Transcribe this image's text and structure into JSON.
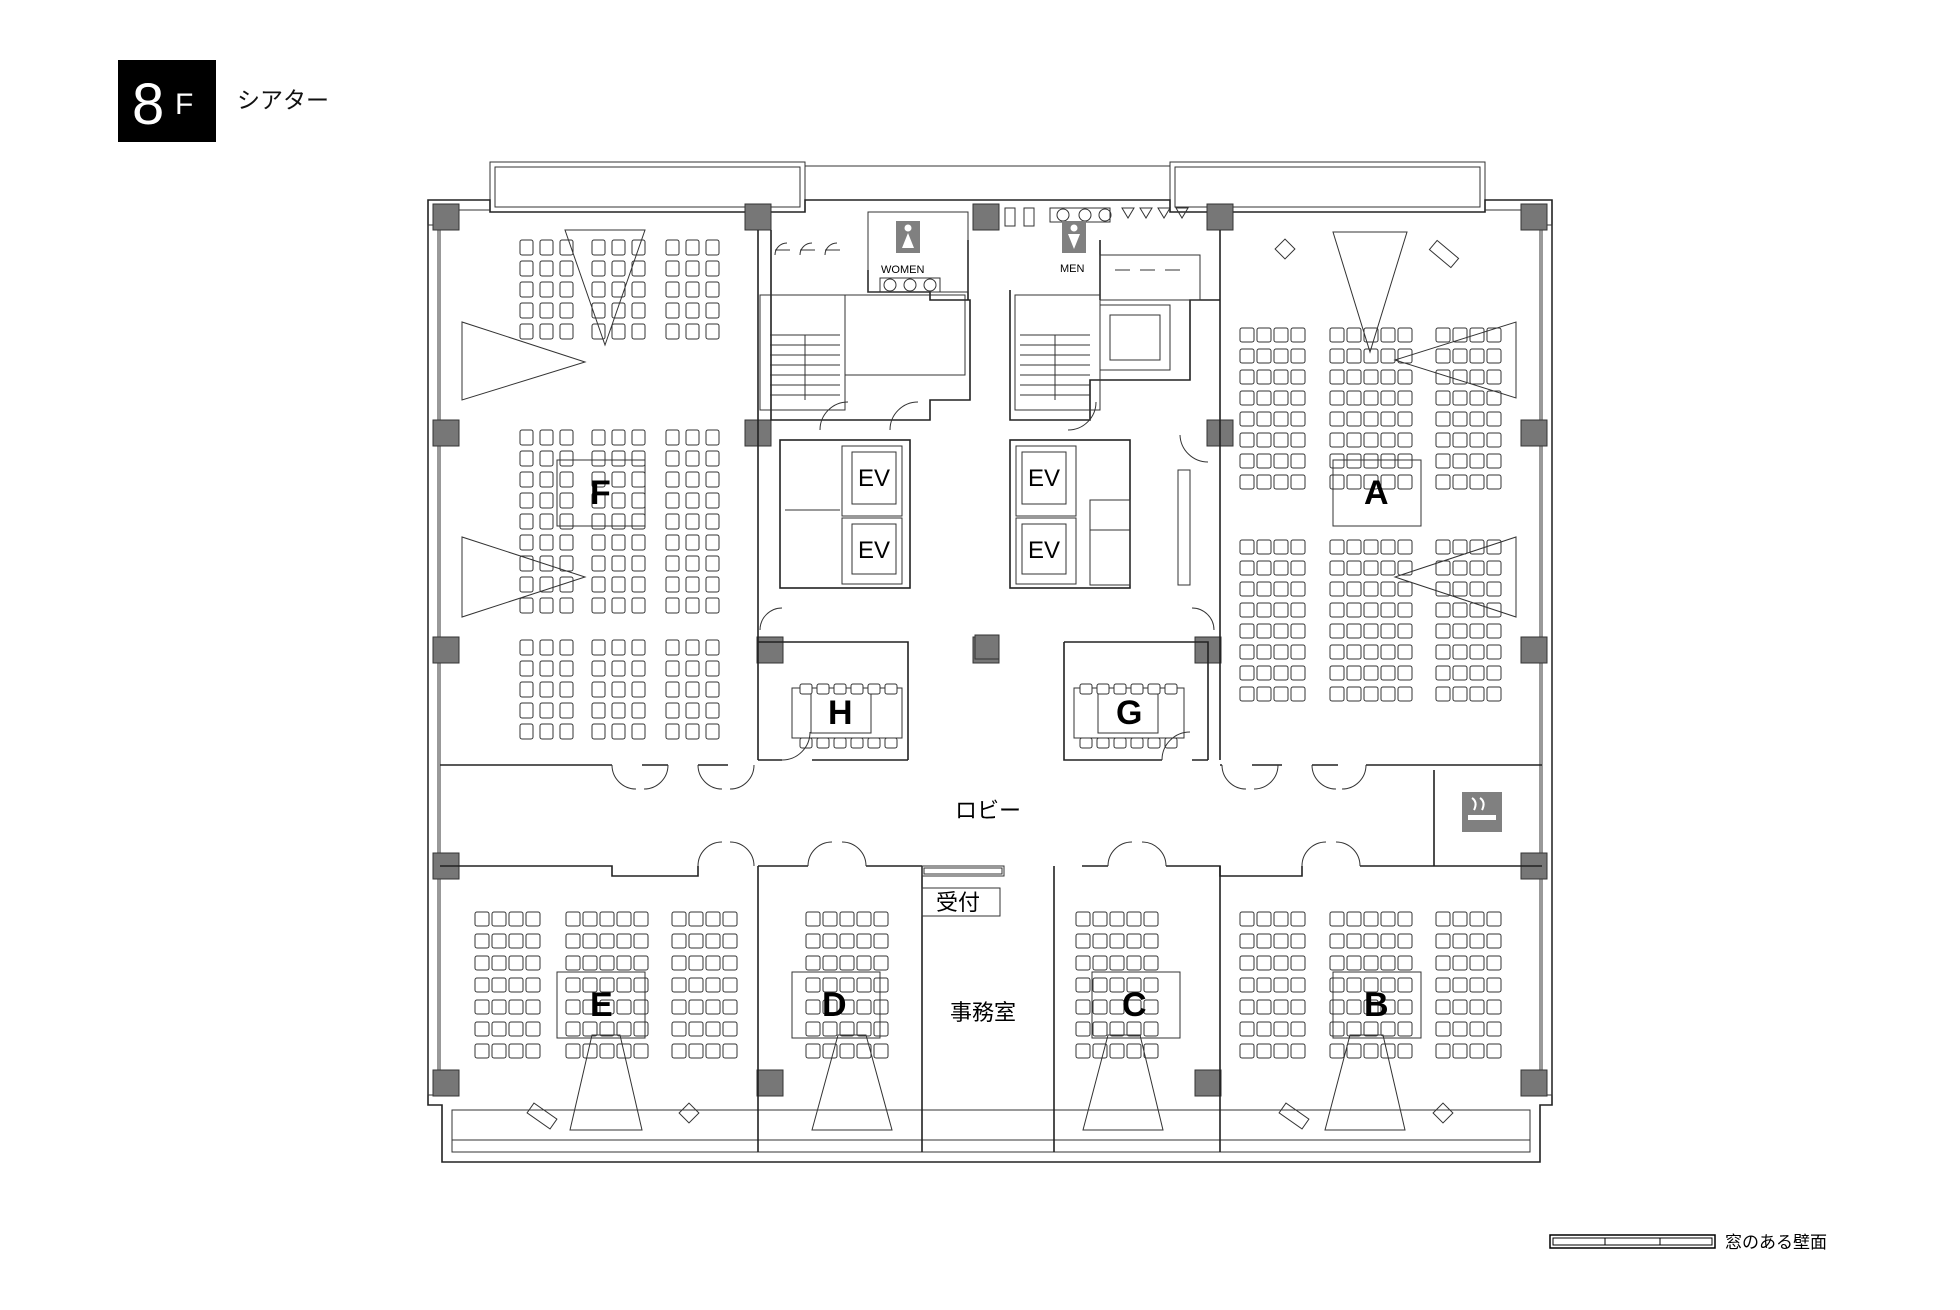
{
  "header": {
    "floor_number": "8",
    "floor_suffix": "F",
    "title": "シアター"
  },
  "rooms": {
    "A": "A",
    "B": "B",
    "C": "C",
    "D": "D",
    "E": "E",
    "F": "F",
    "G": "G",
    "H": "H"
  },
  "elevators": [
    "EV",
    "EV",
    "EV",
    "EV"
  ],
  "restrooms": {
    "women": "WOMEN",
    "men": "MEN"
  },
  "areas": {
    "lobby": "ロビー",
    "reception": "受付",
    "office": "事務室"
  },
  "legend": {
    "label": "窓のある壁面"
  },
  "icons": [
    "women-restroom-icon",
    "men-restroom-icon",
    "smoking-area-icon"
  ],
  "colors": {
    "column": "#777777",
    "pictogram": "#808080",
    "badge": "#000000"
  }
}
